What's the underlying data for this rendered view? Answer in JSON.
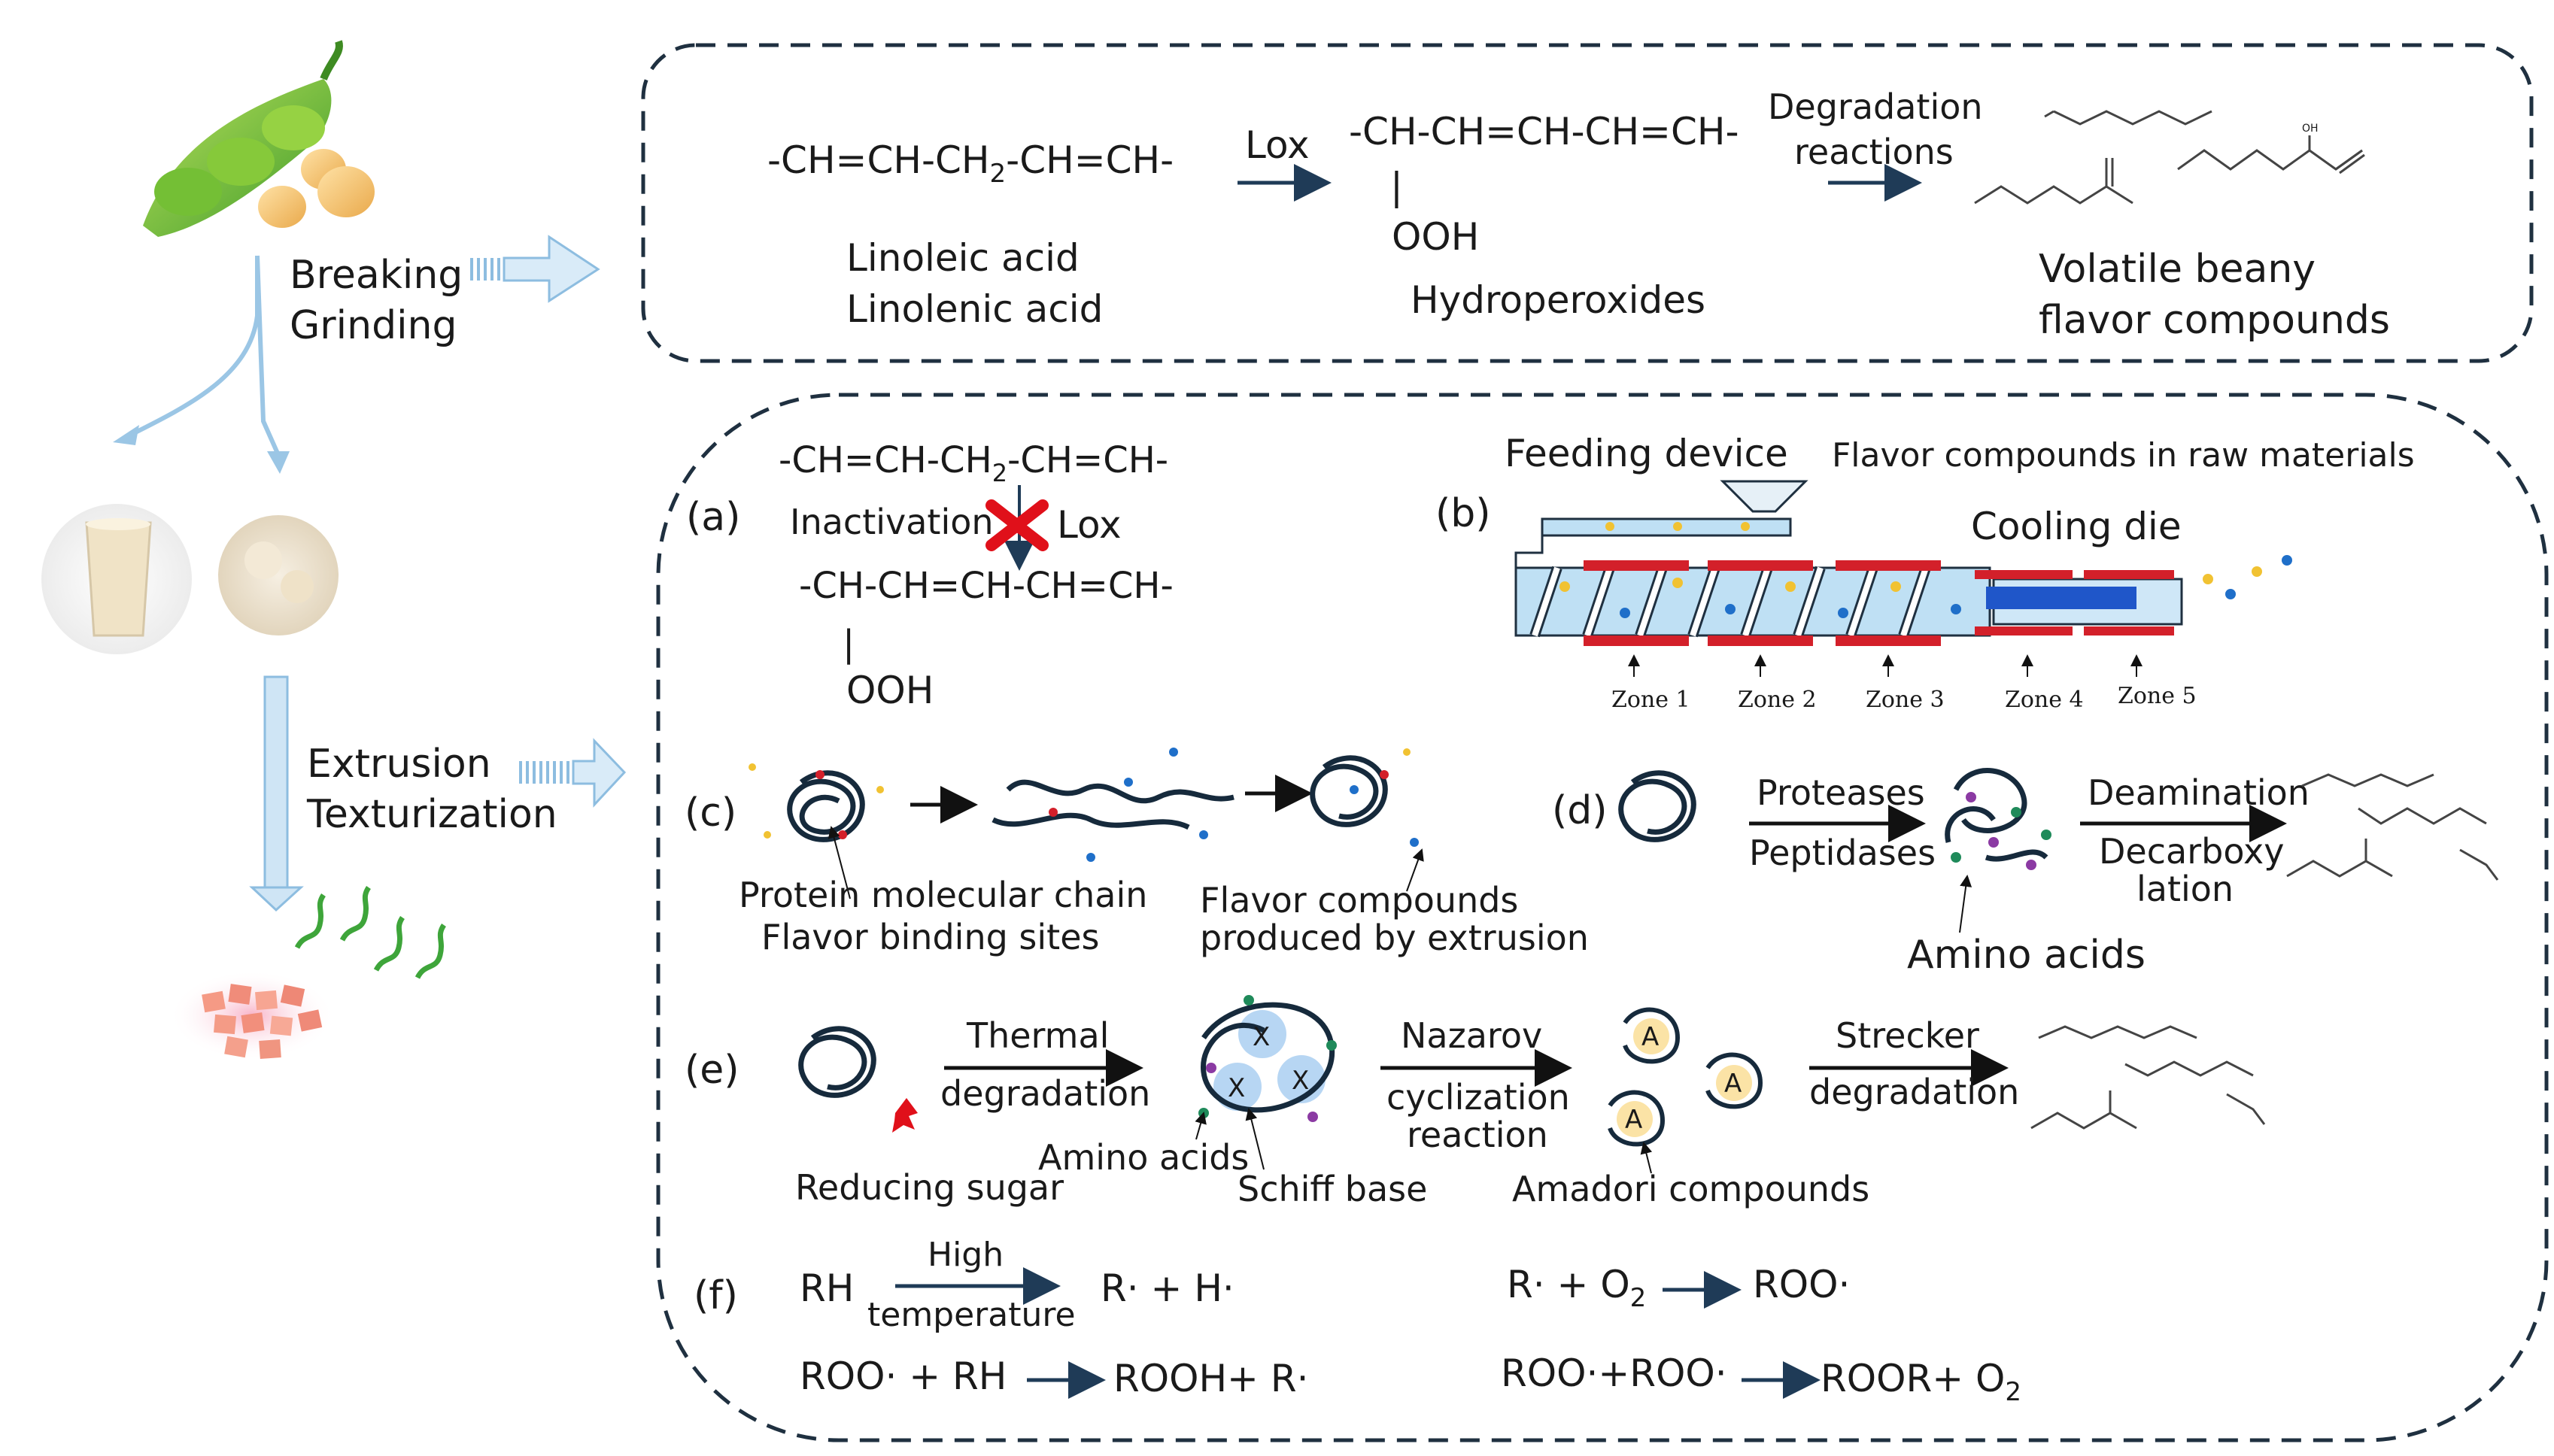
{
  "left_panel": {
    "breaking": "Breaking",
    "grinding": "Grinding",
    "extrusion": "Extrusion",
    "texturization": "Texturization"
  },
  "top_panel": {
    "formula_fatty": "-CH=CH-CH",
    "formula_fatty_sub": "2",
    "formula_fatty_tail": "-CH=CH-",
    "linoleic": "Linoleic acid",
    "linolenic": "Linolenic acid",
    "lox": "Lox",
    "formula_hydro": "-CH-CH=CH-CH=CH-",
    "bar": "|",
    "ooh": "OOH",
    "hydroperoxides": "Hydroperoxides",
    "degradation": "Degradation",
    "reactions": "reactions",
    "volatile1": "Volatile beany",
    "volatile2": "flavor compounds",
    "oh_label": "OH"
  },
  "panel_a": {
    "label": "(a)",
    "formula_fatty": "-CH=CH-CH",
    "formula_fatty_sub": "2",
    "formula_fatty_tail": "-CH=CH-",
    "inactivation": "Inactivation",
    "lox": "Lox",
    "formula_hydro": "-CH-CH=CH-CH=CH-",
    "bar": "|",
    "ooh": "OOH"
  },
  "panel_b": {
    "label": "(b)",
    "feeding": "Feeding device",
    "flavor_raw": "Flavor compounds in raw materials",
    "cooling": "Cooling die",
    "zones": [
      "Zone 1",
      "Zone 2",
      "Zone 3",
      "Zone 4",
      "Zone 5"
    ]
  },
  "panel_c": {
    "label": "(c)",
    "protein1": "Protein molecular chain",
    "protein2": "Flavor binding sites",
    "flavor1": "Flavor compounds",
    "flavor2": "produced by extrusion"
  },
  "panel_d": {
    "label": "(d)",
    "proteases": "Proteases",
    "peptidases": "Peptidases",
    "amino": "Amino acids",
    "deamination": "Deamination",
    "decarboxy1": "Decarboxy",
    "decarboxy2": "lation"
  },
  "panel_e": {
    "label": "(e)",
    "thermal": "Thermal",
    "degradation": "degradation",
    "reducing": "Reducing  sugar",
    "amino": "Amino acids",
    "schiff": "Schiff base",
    "nazarov": "Nazarov",
    "cyclization": "cyclization",
    "reaction": "reaction",
    "amadori": "Amadori compounds",
    "strecker": "Strecker",
    "degradation2": "degradation",
    "x": "X",
    "a": "A"
  },
  "panel_f": {
    "label": "(f)",
    "rh": "RH",
    "high": "High",
    "temperature": "temperature",
    "r_h": "R· + H·",
    "r_o2": "R· + O",
    "o2_sub": "2",
    "roo": "ROO·",
    "roo_rh": "ROO· + RH",
    "rooh": "ROOH+ R·",
    "roo_roo": "ROO·+ROO·",
    "roor": "ROOR+ O",
    "o2_sub2": "2"
  }
}
